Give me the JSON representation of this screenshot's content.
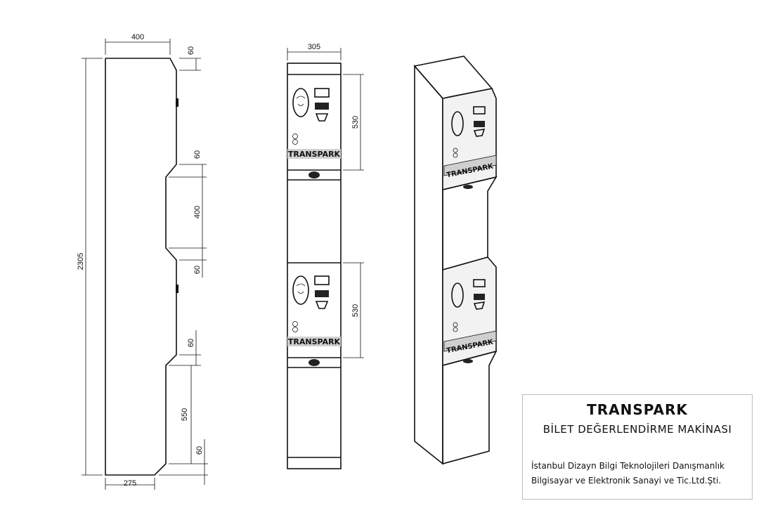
{
  "dimensions": {
    "side_width": "400",
    "top_chamfer": "60",
    "total_height": "2305",
    "mid_chamfer_top": "60",
    "recess_height": "400",
    "mid_chamfer_bottom": "60",
    "lower_chamfer_top": "60",
    "lower_section": "550",
    "bottom_chamfer": "60",
    "base_depth": "275",
    "front_width": "305",
    "panel_upper": "530",
    "panel_lower": "530"
  },
  "panel_brand": "TRANSPARK",
  "title_block": {
    "product": "TRANSPARK",
    "subtitle": "BİLET DEĞERLENDİRME MAKİNASI",
    "company_line1": "İstanbul Dizayn Bilgi Teknolojileri Danışmanlık",
    "company_line2": "Bilgisayar ve Elektronik Sanayi ve Tic.Ltd.Şti."
  }
}
